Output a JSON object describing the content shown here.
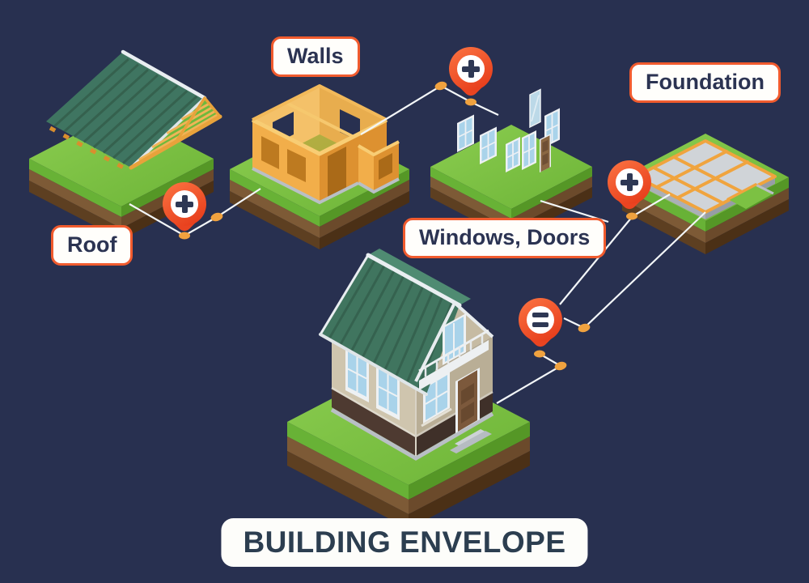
{
  "title": {
    "text": "BUILDING ENVELOPE"
  },
  "labels": {
    "roof": "Roof",
    "walls": "Walls",
    "windows_doors": "Windows, Doors",
    "foundation": "Foundation"
  },
  "pins": [
    {
      "id": "pin-roof-plus-walls",
      "symbol": "plus"
    },
    {
      "id": "pin-walls-plus-windows-doors",
      "symbol": "plus"
    },
    {
      "id": "pin-windows-doors-plus-foundation",
      "symbol": "plus"
    },
    {
      "id": "pin-equals-house",
      "symbol": "equals"
    }
  ],
  "illustrations": [
    {
      "id": "roof"
    },
    {
      "id": "walls"
    },
    {
      "id": "windows-doors"
    },
    {
      "id": "foundation"
    },
    {
      "id": "house"
    }
  ],
  "colors": {
    "background": "#283050",
    "accent_orange": "#f15b2e",
    "pin_orange": "#ea4421",
    "dot_orange": "#f0a23f",
    "connector_white": "#f3f6f8",
    "label_text": "#2b3352",
    "title_text": "#2c3e50",
    "grass_green": "#7cc143",
    "wood_orange": "#eda63f",
    "roof_green": "#40755f"
  }
}
